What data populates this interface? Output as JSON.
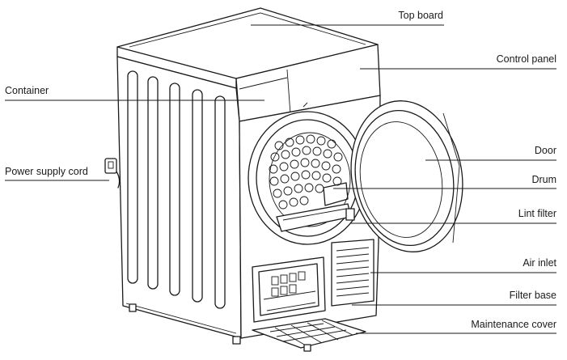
{
  "figure": {
    "labels": {
      "top_board": "Top board",
      "control_panel": "Control panel",
      "container": "Container",
      "power_supply_cord": "Power supply cord",
      "door": "Door",
      "drum": "Drum",
      "lint_filter": "Lint filter",
      "air_inlet": "Air inlet",
      "filter_base": "Filter base",
      "maintenance_cover": "Maintenance cover"
    }
  }
}
